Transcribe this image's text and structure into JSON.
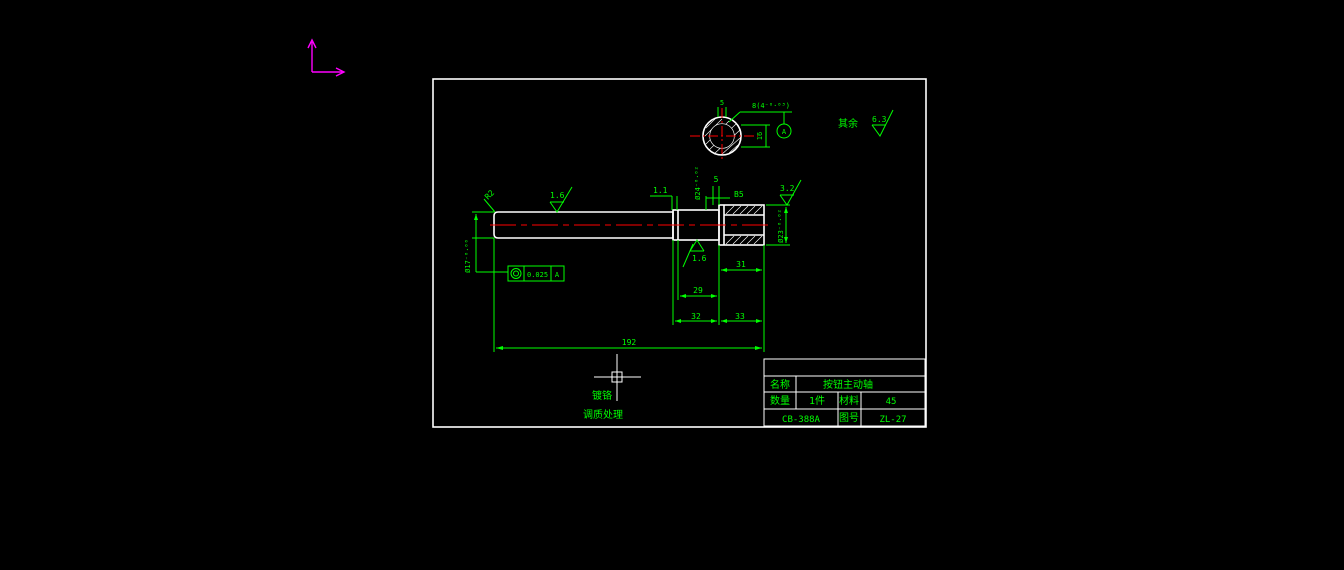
{
  "colors": {
    "background": "#000000",
    "frame": "#ffffff",
    "dimension": "#00ff00",
    "part": "#ffffff",
    "centerline": "#ff0000",
    "ucs": "#ff00ff",
    "title_text": "#00ff00",
    "title_lines": "#ffffff"
  },
  "annotations": {
    "rest_roughness_label": "其余",
    "rest_roughness_value": "6.3",
    "roughness_left": "1.6",
    "roughness_mid": "1.6",
    "roughness_right": "3.2",
    "chamfer_label": "R2",
    "dim_1_1": "1.1",
    "dim_5": "5",
    "dim_b5": "B5",
    "dim_diam_left": "Ø17⁻⁰·⁰⁰",
    "dim_diam_mid": "Ø24⁻⁰·⁰²",
    "dim_diam_right": "Ø23⁻⁰·⁰²",
    "dim_31": "31",
    "dim_29": "29",
    "dim_32": "32",
    "dim_33": "33",
    "dim_192": "192",
    "tolerance_value": "0.025",
    "datum_letter": "A",
    "keyway_label": "8(4⁻⁰·⁰³)",
    "keyway_depth": "16",
    "section_datum": "A",
    "note_1": "镀铬",
    "note_2": "调质处理"
  },
  "title_block": {
    "name_label": "名称",
    "name_value": "按钮主动轴",
    "qty_label": "数量",
    "qty_value": "1件",
    "material_label": "材料",
    "material_value": "45",
    "model_value": "CB-388A",
    "drawing_no_label": "图号",
    "drawing_no_value": "ZL-27"
  }
}
